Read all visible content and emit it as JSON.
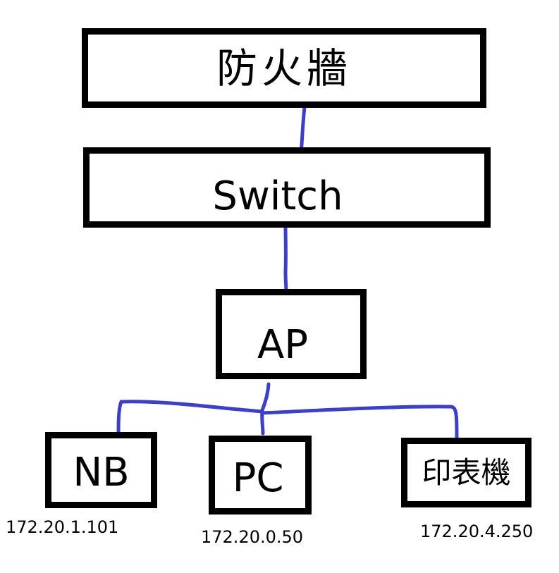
{
  "nodes": {
    "firewall": {
      "label": "防火牆"
    },
    "switch": {
      "label": "Switch"
    },
    "ap": {
      "label": "AP"
    },
    "nb": {
      "label": "NB",
      "ip": "172.20.1.101"
    },
    "pc": {
      "label": "PC",
      "ip": "172.20.0.50"
    },
    "printer": {
      "label": "印表機",
      "ip": "172.20.4.250"
    }
  },
  "colors": {
    "wire": "#3d3fc4",
    "box_border": "#000000"
  }
}
